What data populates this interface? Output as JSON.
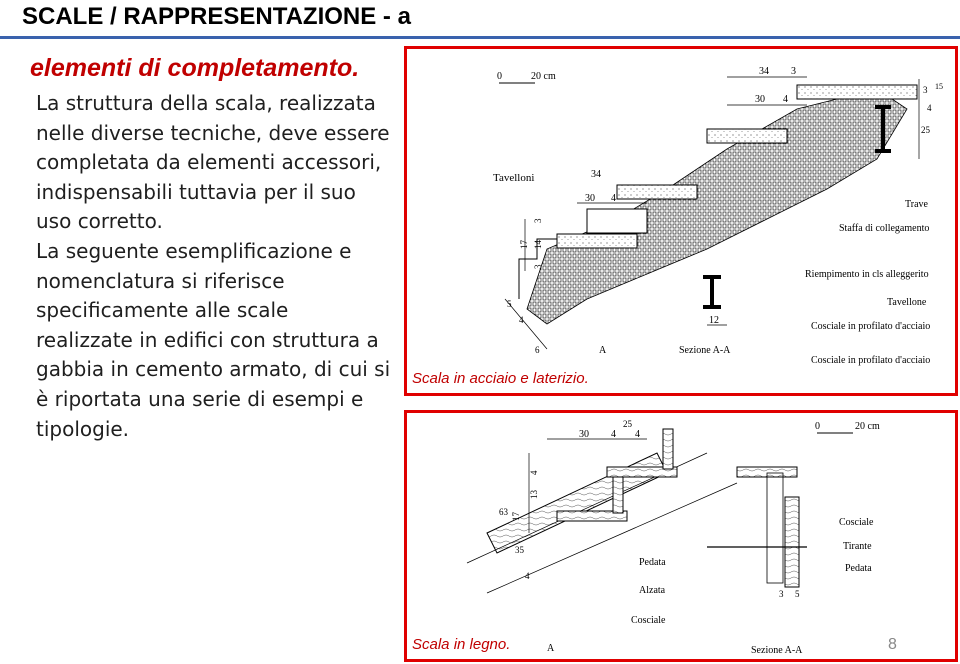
{
  "slide": {
    "title": "SCALE / RAPPRESENTAZIONE - a",
    "subtitle": "elementi di completamento.",
    "paragraph1": "La struttura della scala, realizzata nelle diverse tecniche, deve essere completata da elementi accessori, indispensabili tuttavia per il suo uso corretto.",
    "paragraph2": "La seguente esemplificazione e nomenclatura si riferisce specificamente alle scale realizzate in edifici con struttura a gabbia in cemento armato, di cui si è riportata una serie di esempi e tipologie.",
    "page_number": "8"
  },
  "figure_top": {
    "caption": "Scala in acciaio e laterizio.",
    "scale_0": "0",
    "scale_20": "20 cm",
    "labels": {
      "tavelloni": "Tavelloni",
      "trave": "Trave",
      "staffa": "Staffa di collegamento",
      "riempimento": "Riempimento in cls alleggerito",
      "tavellone": "Tavellone",
      "cosciale_1": "Cosciale in profilato d'acciaio",
      "cosciale_2": "Cosciale in profilato d'acciaio",
      "sezione": "Sezione A-A",
      "a_mark": "A"
    },
    "dims": {
      "d34a": "34",
      "d3a": "3",
      "d30a": "30",
      "d4a": "4",
      "d3b": "3",
      "d15": "15",
      "d4b": "4",
      "d25": "25",
      "d34b": "34",
      "d30b": "30",
      "d4c": "4",
      "d3c": "3",
      "d14": "14",
      "d17": "17",
      "d3d": "3",
      "d5": "5",
      "d4e": "4",
      "d6": "6",
      "d12": "12"
    }
  },
  "figure_bottom": {
    "caption": "Scala in legno.",
    "scale_0": "0",
    "scale_20": "20 cm",
    "labels": {
      "cosciale_a": "Cosciale",
      "tirante": "Tirante",
      "pedata_a": "Pedata",
      "pedata_b": "Pedata",
      "alzata": "Alzata",
      "cosciale_b": "Cosciale",
      "sezione": "Sezione A-A",
      "a_mark": "A"
    },
    "dims": {
      "d30": "30",
      "d4a": "4",
      "d25": "25",
      "d4b": "4",
      "d4c": "4",
      "d13": "13",
      "d17": "17",
      "d63": "63",
      "d35": "35",
      "d4d": "4",
      "d3": "3",
      "d5": "5"
    }
  }
}
